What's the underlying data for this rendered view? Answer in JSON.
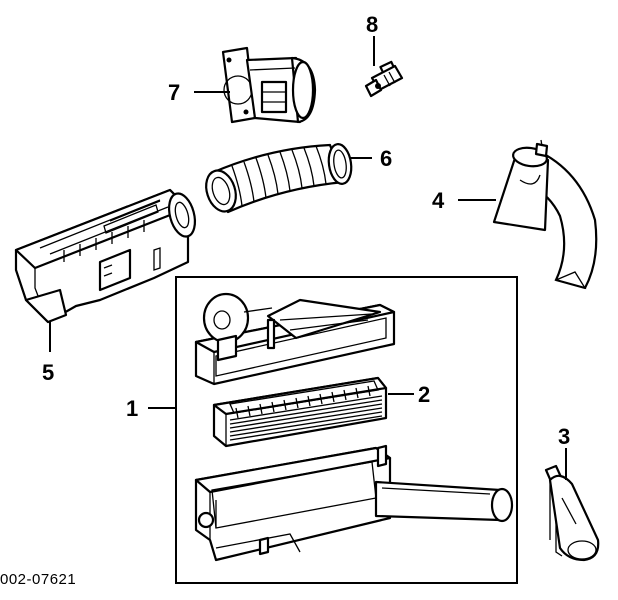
{
  "diagram": {
    "callouts": {
      "c1": "1",
      "c2": "2",
      "c3": "3",
      "c4": "4",
      "c5": "5",
      "c6": "6",
      "c7": "7",
      "c8": "8"
    },
    "code": "002-07621"
  }
}
